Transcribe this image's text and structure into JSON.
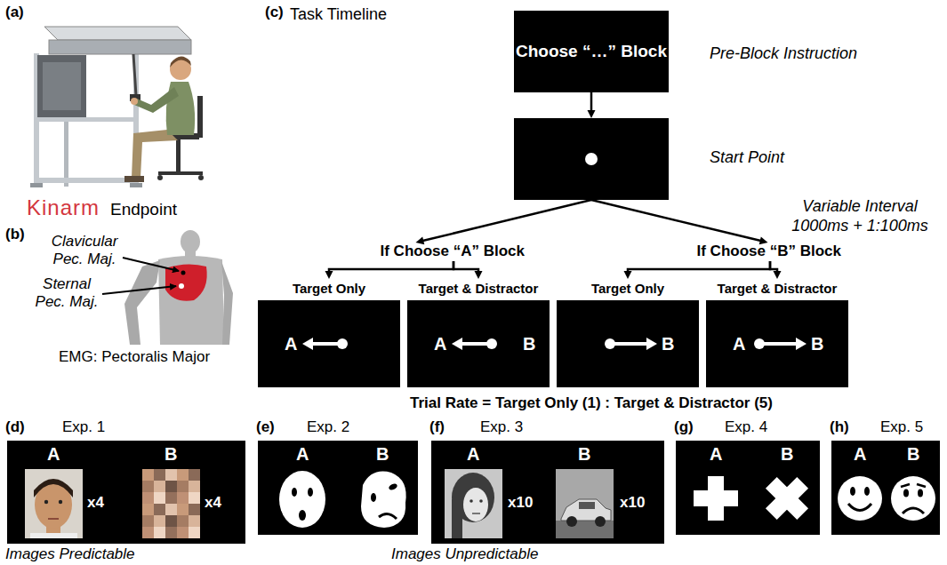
{
  "diagram": {
    "nodes": [
      {
        "text": [
          "Choose “…” Block",
          "Pre-Block Instruction"
        ]
      },
      {
        "text": [
          "Start Point"
        ]
      },
      {
        "text": [
          "If Choose “A” Block"
        ]
      },
      {
        "text": [
          "If Choose “B” Block"
        ]
      },
      {
        "text": [
          "Target Only",
          "A"
        ]
      },
      {
        "text": [
          "Target & Distractor",
          "A",
          "B"
        ]
      },
      {
        "text": [
          "Target Only",
          "B"
        ]
      },
      {
        "text": [
          "Target & Distractor",
          "A",
          "B"
        ]
      },
      {
        "text": [
          "Exp. 1",
          "A",
          "B",
          "x4",
          "x4"
        ]
      },
      {
        "text": [
          "Exp. 2",
          "A",
          "B"
        ]
      },
      {
        "text": [
          "Exp. 3",
          "A",
          "B",
          "x10",
          "x10"
        ]
      },
      {
        "text": [
          "Exp. 4",
          "A",
          "B"
        ]
      },
      {
        "text": [
          "Exp. 5",
          "A",
          "B"
        ]
      }
    ],
    "edges": [
      {
        "from": 0,
        "to": 1,
        "arrow": "to"
      },
      {
        "from": 1,
        "to": 2,
        "arrow": "to"
      },
      {
        "from": 1,
        "to": 3,
        "arrow": "to"
      },
      {
        "from": 2,
        "to": 4,
        "arrow": "to"
      },
      {
        "from": 2,
        "to": 5,
        "arrow": "to"
      },
      {
        "from": 3,
        "to": 6,
        "arrow": "to"
      },
      {
        "from": 3,
        "to": 7,
        "arrow": "to"
      }
    ],
    "labels": [
      "(a)",
      "Kinarm",
      "Endpoint",
      "(b)",
      "Clavicular Pec. Maj.",
      "Sternal Pec. Maj.",
      "EMG: Pectoralis Major",
      "(c)",
      "Task Timeline",
      "Variable Interval 1000ms + 1:100ms",
      "Trial Rate = Target Only (1) : Target & Distractor (5)",
      "(d)",
      "(e)",
      "(f)",
      "(g)",
      "(h)",
      "Images Predictable",
      "Images Unpredictable"
    ]
  }
}
